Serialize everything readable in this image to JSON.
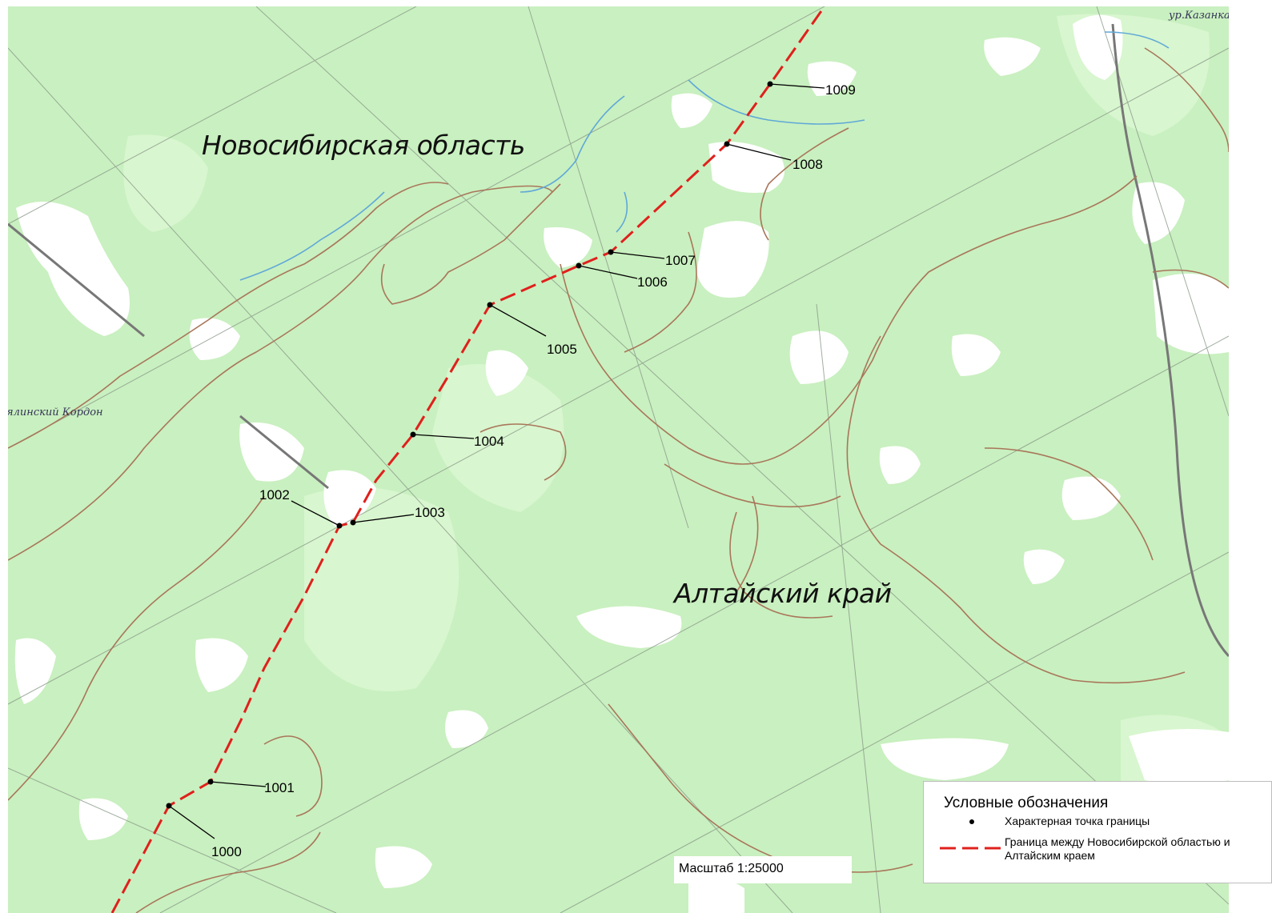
{
  "region_labels": {
    "novosibirsk": "Новосибирская область",
    "altai": "Алтайский край"
  },
  "place_labels": {
    "kazanka": "ур.Казанка",
    "kordon": "ялинский Кордон"
  },
  "boundary_points": [
    "1000",
    "1001",
    "1002",
    "1003",
    "1004",
    "1005",
    "1006",
    "1007",
    "1008",
    "1009"
  ],
  "scale": "Масштаб 1:25000",
  "legend": {
    "title": "Условные обозначения",
    "item_point": "Характерная точка границы",
    "item_line": "Граница между Новосибирской областью и Алтайским краем"
  },
  "colors": {
    "forest": "#c9f0c0",
    "clearing": "#ffffff",
    "boundary": "#e0201c",
    "contour": "#a8765a",
    "water": "#5fa8d8",
    "grid": "#8a9a8a"
  }
}
